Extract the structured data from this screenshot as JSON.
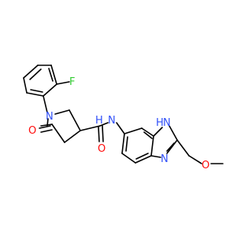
{
  "colors": {
    "background": "#ffffff",
    "bond": "#000000",
    "fluorine": "#33cc33",
    "nitrogen": "#3050f8",
    "oxygen": "#ff0d0d"
  },
  "atoms": {
    "fluorine": "F",
    "pyrrolidine_nitrogen": "N",
    "ketone_oxygen": "O",
    "amide_oxygen": "O",
    "amide_nitrogen": "N",
    "amide_hydrogen": "H",
    "imidazole_nh_nitrogen": "N",
    "imidazole_nh_hydrogen": "H",
    "imidazole_nitrogen": "N",
    "ether_oxygen": "O"
  }
}
